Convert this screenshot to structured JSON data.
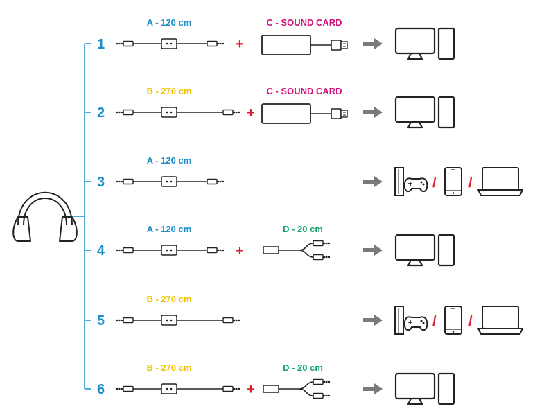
{
  "colors": {
    "line": "#1a8dc7",
    "plus": "#e11d2a",
    "label_a": "#1a8dc7",
    "label_b": "#f2c400",
    "label_c": "#d3127a",
    "label_d": "#16a56b",
    "arrow": "#7a7a7a",
    "icon": "#222222"
  },
  "headset": {
    "icon": "headphones-icon"
  },
  "rows": [
    {
      "number": "1",
      "cable_label": "A - 120 cm",
      "cable_type": "a",
      "addon": "soundcard",
      "addon_label": "C - SOUND CARD",
      "target": "pc",
      "plus": "+"
    },
    {
      "number": "2",
      "cable_label": "B - 270 cm",
      "cable_type": "b",
      "addon": "soundcard",
      "addon_label": "C - SOUND CARD",
      "target": "pc",
      "plus": "+"
    },
    {
      "number": "3",
      "cable_label": "A - 120 cm",
      "cable_type": "a",
      "addon": "none",
      "addon_label": "",
      "target": "devices",
      "plus": ""
    },
    {
      "number": "4",
      "cable_label": "A - 120 cm",
      "cable_type": "a",
      "addon": "splitter",
      "addon_label": "D - 20 cm",
      "target": "pc",
      "plus": "+"
    },
    {
      "number": "5",
      "cable_label": "B - 270 cm",
      "cable_type": "b",
      "addon": "none",
      "addon_label": "",
      "target": "devices",
      "plus": ""
    },
    {
      "number": "6",
      "cable_label": "B - 270 cm",
      "cable_type": "b",
      "addon": "splitter",
      "addon_label": "D - 20 cm",
      "target": "pc",
      "plus": "+"
    }
  ],
  "device_separator": "/"
}
